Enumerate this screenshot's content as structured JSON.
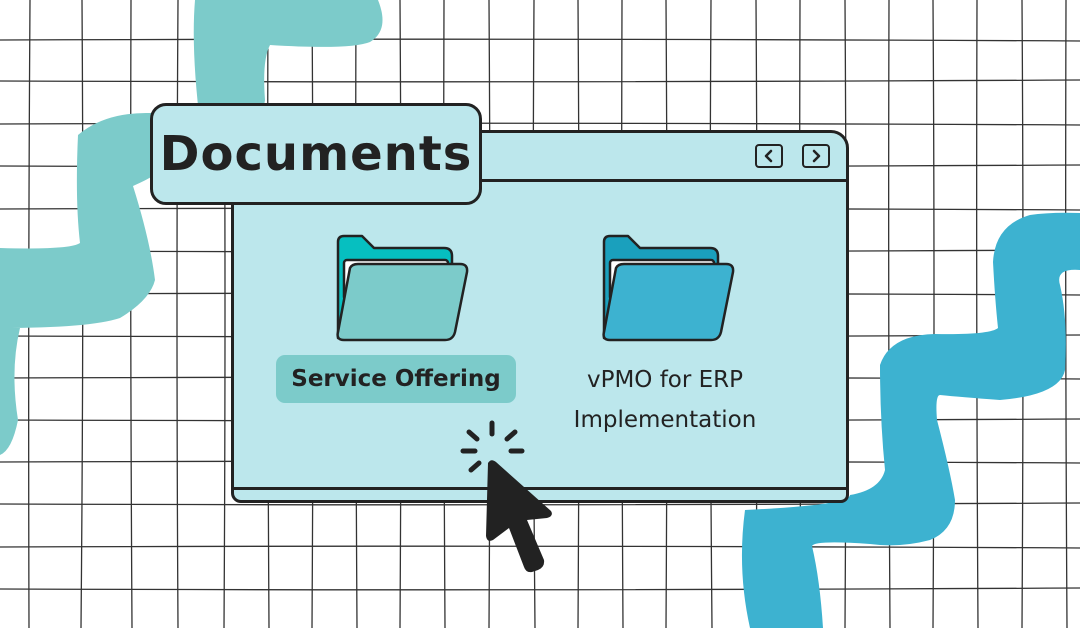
{
  "window": {
    "title": "Documents",
    "nav": {
      "prev_icon": "chevron-left-icon",
      "next_icon": "chevron-right-icon"
    }
  },
  "folders": [
    {
      "label": "Service Offering",
      "selected": true,
      "tab_color": "#06bfc0",
      "front_color": "#7ccbca"
    },
    {
      "label_line1": "vPMO for ERP",
      "label_line2": "Implementation",
      "selected": false,
      "tab_color": "#1aa0bd",
      "front_color": "#3db2d0"
    }
  ],
  "colors": {
    "window_bg": "#bce7ec",
    "outline": "#222222",
    "wave_left": "#7ccbca",
    "wave_right": "#3db2d0",
    "selection_bg": "#7ccbca"
  }
}
